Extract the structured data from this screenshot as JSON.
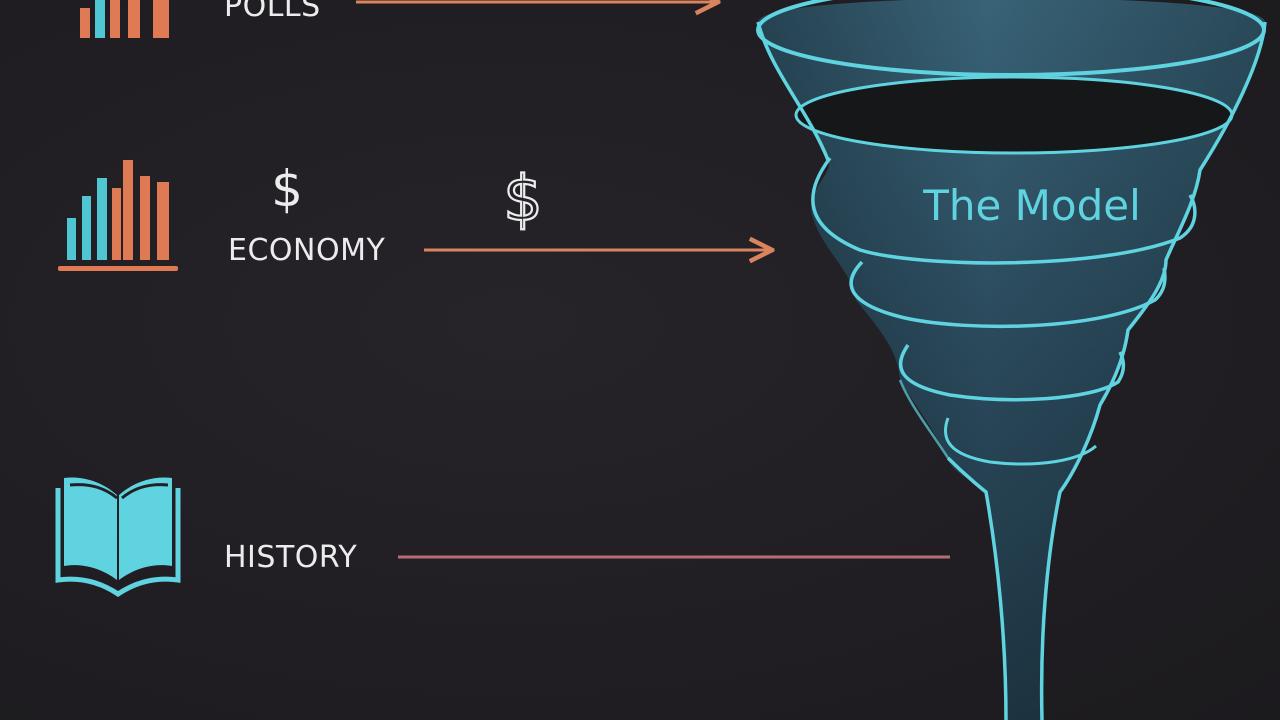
{
  "inputs": [
    {
      "label": "POLLS",
      "icon": "bar-chart-icon"
    },
    {
      "label": "ECONOMY",
      "icon": "bar-chart-icon"
    },
    {
      "label": "HISTORY",
      "icon": "open-book-icon"
    }
  ],
  "economy_symbols": [
    "$",
    "$"
  ],
  "model": {
    "label": "The Model",
    "icon": "funnel-icon"
  },
  "colors": {
    "background": "#222024",
    "orange": "#e07a55",
    "teal": "#5fd3e0",
    "arrow_orange": "#d9845e",
    "history_line": "#b56d7a",
    "text": "#ecebee"
  }
}
